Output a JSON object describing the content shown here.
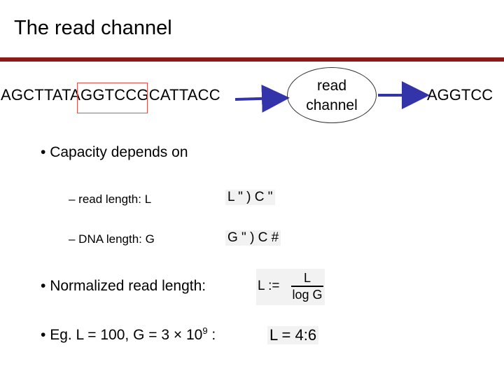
{
  "title": "The read channel",
  "diagram": {
    "input_sequence": "AGCTTATAGGTCCGCATTACC",
    "channel_label_line1": "read",
    "channel_label_line2": "channel",
    "output_sequence": "AGGTCC",
    "colors": {
      "rule": "#8b1a1a",
      "arrow": "#3333aa",
      "highlight_box": "#d9534f"
    }
  },
  "bullets": {
    "capacity": "Capacity depends on",
    "read_length": "– read length:  L",
    "dna_length": "– DNA length: G",
    "read_length_formula": "L \" )   C \"",
    "dna_length_formula": "G \" )   C #",
    "normalized": "Normalized read length:",
    "normalized_lhs": "L :=",
    "normalized_num": "L",
    "normalized_den": "log G",
    "example_prefix": "Eg. L = 100, G = 3 × 10",
    "example_exp": "9",
    "example_suffix": " :",
    "example_result": "L = 4:6"
  }
}
